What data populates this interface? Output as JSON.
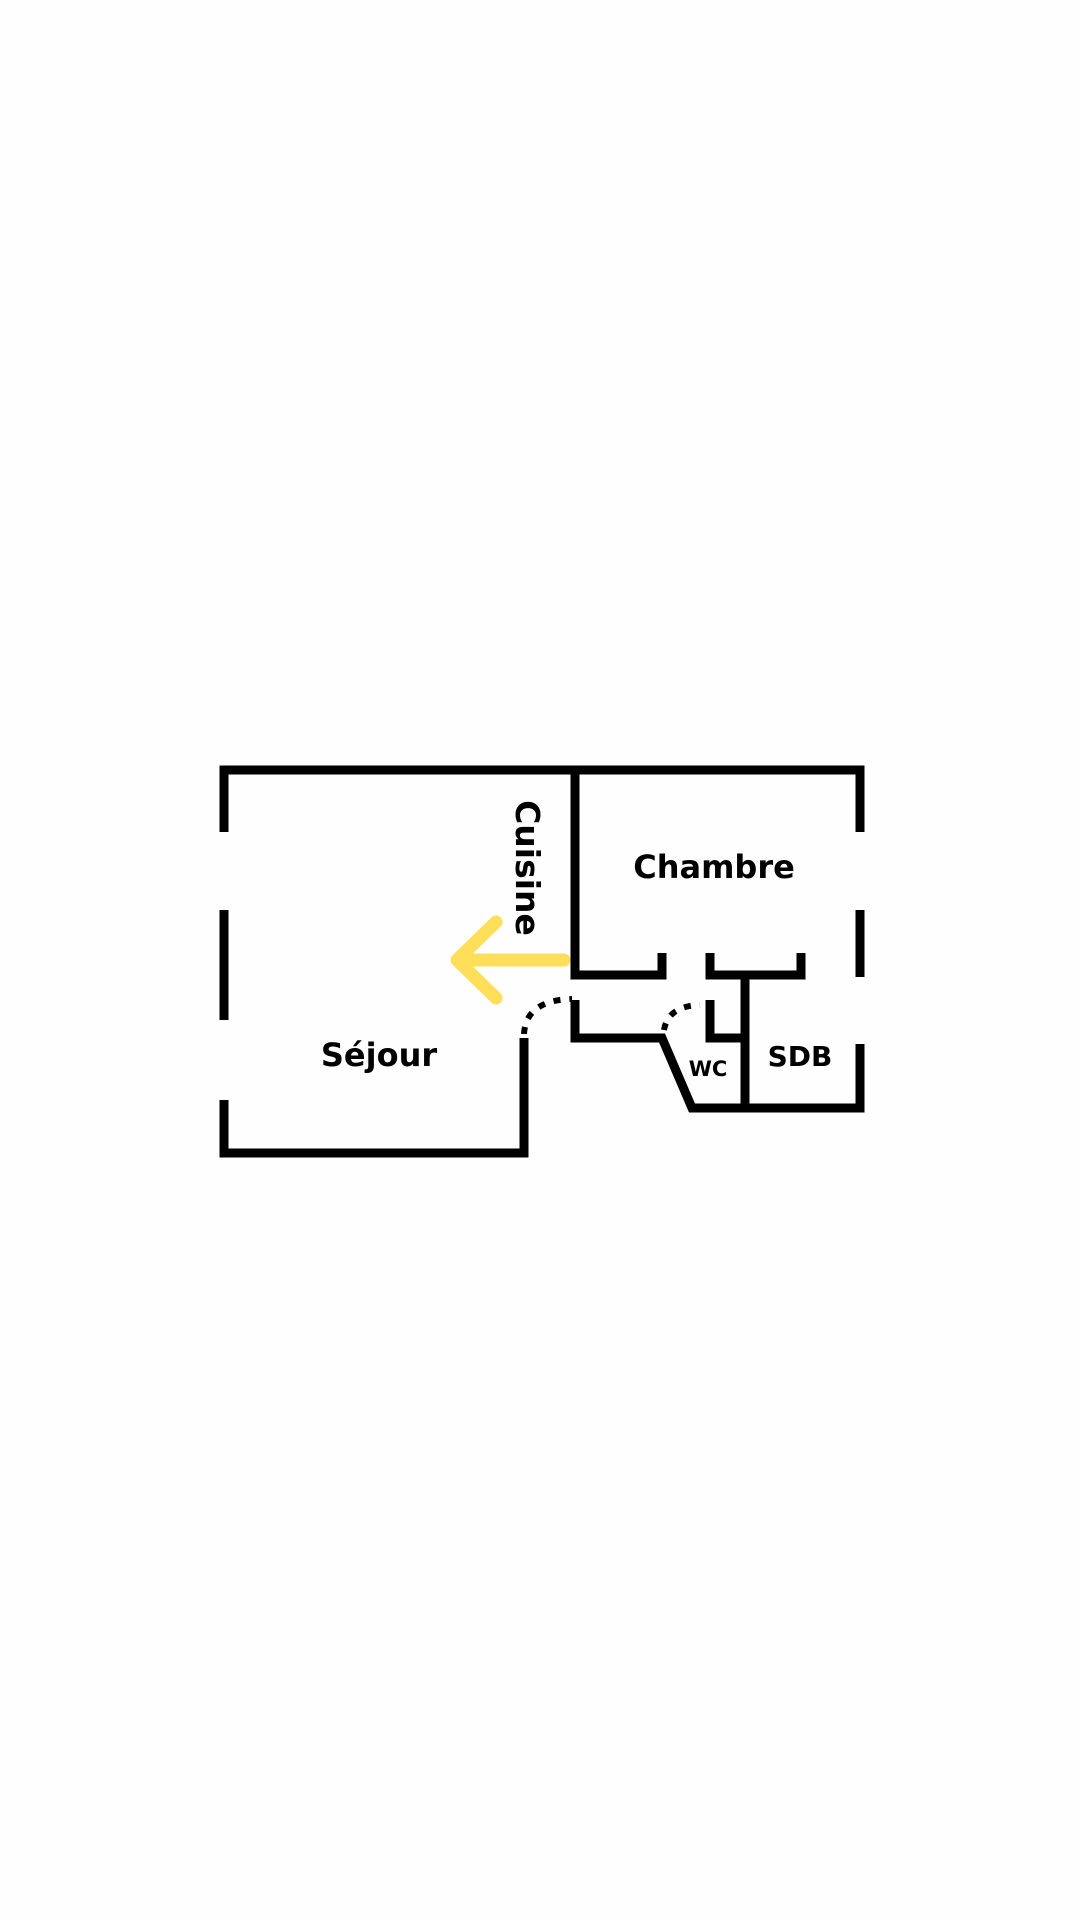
{
  "plan": {
    "rooms": {
      "kitchen": "Cuisine",
      "bedroom": "Chambre",
      "living": "Séjour",
      "wc": "WC",
      "bathroom": "SDB"
    },
    "colors": {
      "walls": "#000000",
      "arrow": "#FFDE59"
    }
  }
}
